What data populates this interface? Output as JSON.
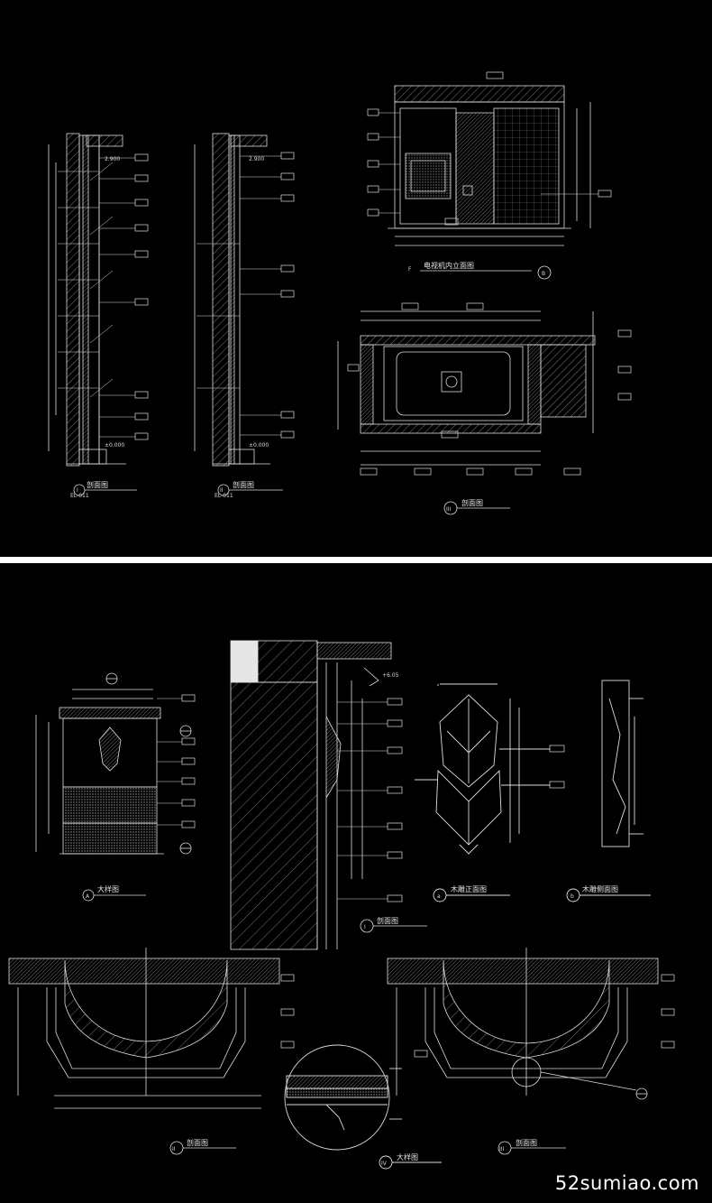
{
  "top": {
    "section_left_title": "剖面图",
    "section_left_mark": "I",
    "section_left_ref": "EL-011",
    "section_mid_title": "剖面图",
    "section_mid_mark": "II",
    "section_mid_ref": "EL-011",
    "level_top_left": "2.900",
    "level_top_mid": "2.900",
    "level_base_left": "±0.000",
    "level_base_mid": "±0.000",
    "elevation_title": "电视机内立面图",
    "elevation_mark": "F",
    "elevation_ref": "B",
    "plan_section_title": "剖面图",
    "plan_section_mark": "III"
  },
  "bottom": {
    "detail_a_title": "大样图",
    "detail_a_mark": "A",
    "wall_section_title": "剖面图",
    "wall_section_mark": "I",
    "wall_level": "+6.05",
    "carving_front_title": "木雕正面图",
    "carving_front_mark": "a",
    "carving_side_title": "木雕侧面图",
    "carving_side_mark": "b",
    "arch_left_title": "剖面图",
    "arch_left_mark": "II",
    "detail_iv_title": "大样图",
    "detail_iv_mark": "IV",
    "arch_right_title": "剖面图",
    "arch_right_mark": "III"
  },
  "watermark": "52sumiao.com"
}
